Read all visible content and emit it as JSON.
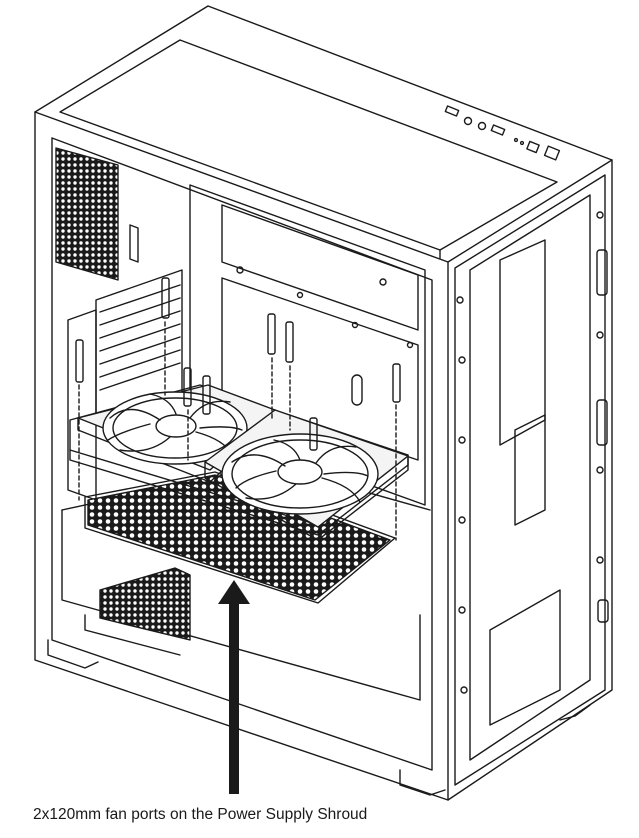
{
  "caption": "2x120mm fan ports on the Power Supply Shroud",
  "colors": {
    "line": "#1a1a1a",
    "background": "#ffffff",
    "fan_fill": "#f4f4f4"
  },
  "parts": [
    "pc-case",
    "glass-top-panel",
    "io-panel",
    "fan-left",
    "fan-right",
    "mesh-shroud-grille",
    "screws",
    "indicator-arrow"
  ]
}
